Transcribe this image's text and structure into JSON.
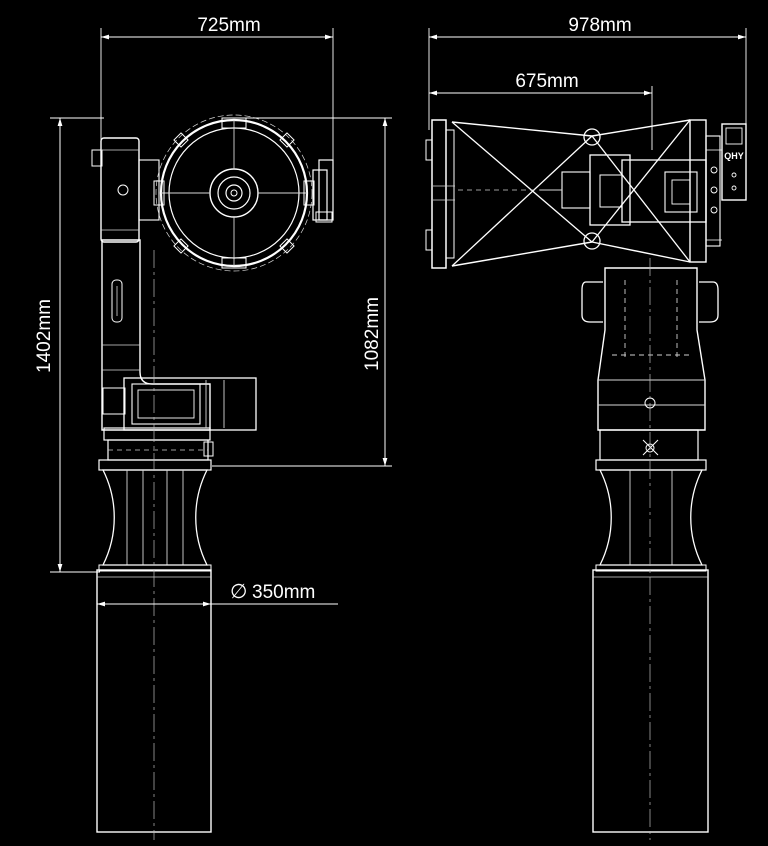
{
  "dimensions": {
    "front_width": "725mm",
    "side_width": "978mm",
    "side_tube_length": "675mm",
    "total_height": "1402mm",
    "mount_height": "1082mm",
    "pier_diameter": "350mm",
    "diameter_symbol": "∅"
  },
  "logo": {
    "text": "QHY"
  },
  "colors": {
    "background": "#000000",
    "line": "#ffffff"
  }
}
